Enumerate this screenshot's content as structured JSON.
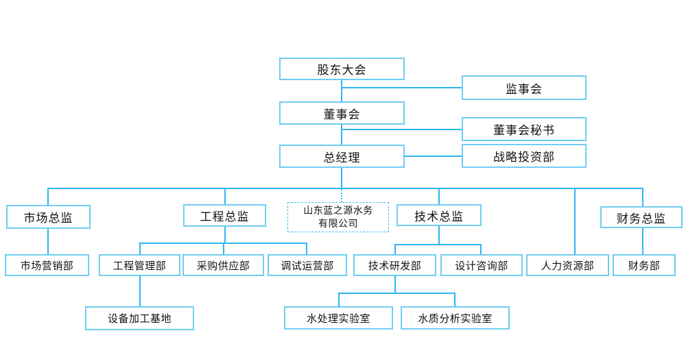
{
  "diagram": {
    "type": "org-chart",
    "nodes": {
      "shareholders": "股东大会",
      "supervisory_board": "监事会",
      "board_of_directors": "董事会",
      "board_secretary": "董事会秘书",
      "general_manager": "总经理",
      "strategic_investment_dept": "战略投资部",
      "marketing_director": "市场总监",
      "engineering_director": "工程总监",
      "technology_director": "技术总监",
      "finance_director": "财务总监",
      "marketing_dept": "市场营销部",
      "engineering_mgmt_dept": "工程管理部",
      "procurement_dept": "采购供应部",
      "commissioning_ops_dept": "调试运营部",
      "rd_dept": "技术研发部",
      "design_consulting_dept": "设计咨询部",
      "hr_dept": "人力资源部",
      "finance_dept": "财务部",
      "equipment_base": "设备加工基地",
      "water_treatment_lab": "水处理实验室",
      "water_quality_lab": "水质分析实验室"
    },
    "company_box": {
      "line1": "山东蓝之源水务",
      "line2": "有限公司"
    },
    "edges": [
      [
        "股东大会",
        "监事会"
      ],
      [
        "股东大会",
        "董事会"
      ],
      [
        "董事会",
        "董事会秘书"
      ],
      [
        "董事会",
        "总经理"
      ],
      [
        "总经理",
        "战略投资部"
      ],
      [
        "总经理",
        "市场总监"
      ],
      [
        "总经理",
        "工程总监"
      ],
      [
        "总经理",
        "技术总监"
      ],
      [
        "总经理",
        "人力资源部"
      ],
      [
        "总经理",
        "财务总监"
      ],
      [
        "市场总监",
        "市场营销部"
      ],
      [
        "工程总监",
        "工程管理部"
      ],
      [
        "工程总监",
        "采购供应部"
      ],
      [
        "工程总监",
        "调试运营部"
      ],
      [
        "工程管理部",
        "设备加工基地"
      ],
      [
        "技术总监",
        "技术研发部"
      ],
      [
        "技术总监",
        "设计咨询部"
      ],
      [
        "技术研发部",
        "水处理实验室"
      ],
      [
        "技术研发部",
        "水质分析实验室"
      ],
      [
        "财务总监",
        "财务部"
      ]
    ],
    "colors": {
      "box_border": "#6fcdf3",
      "connector_line": "#2cb5f0",
      "dashed_border": "#3cbdf2",
      "text": "#111111",
      "background": "#ffffff"
    }
  }
}
